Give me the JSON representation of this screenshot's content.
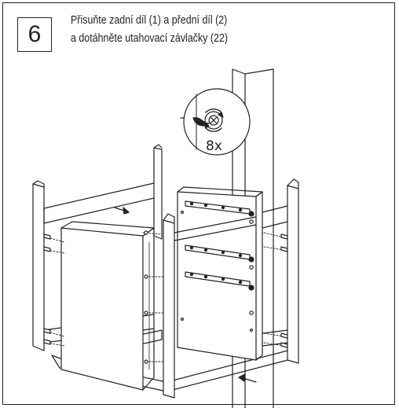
{
  "step": {
    "number": "6"
  },
  "instruction": {
    "line1": "Přisuňte zadní díl (1) a přední díl (2)",
    "line2": "a dotáhněte utahovací závlačky (22)"
  },
  "detail": {
    "count_label": "8x"
  },
  "colors": {
    "line": "#222222",
    "background": "#ffffff"
  }
}
